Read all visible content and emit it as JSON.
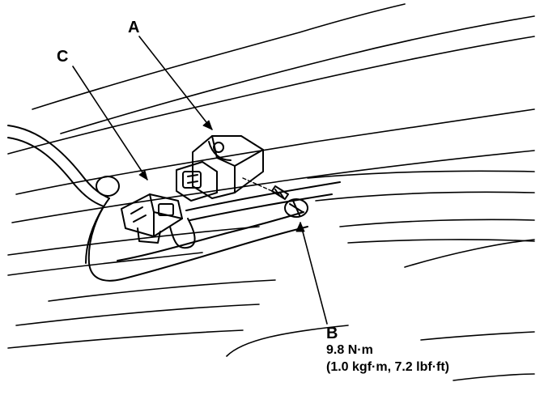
{
  "callouts": {
    "a": {
      "letter": "A"
    },
    "b": {
      "letter": "B",
      "torque_nm": "9.8 N·m",
      "torque_alt": "(1.0 kgf·m, 7.2 lbf·ft)"
    },
    "c": {
      "letter": "C"
    }
  },
  "colors": {
    "ink": "#000000",
    "paper": "#ffffff"
  }
}
